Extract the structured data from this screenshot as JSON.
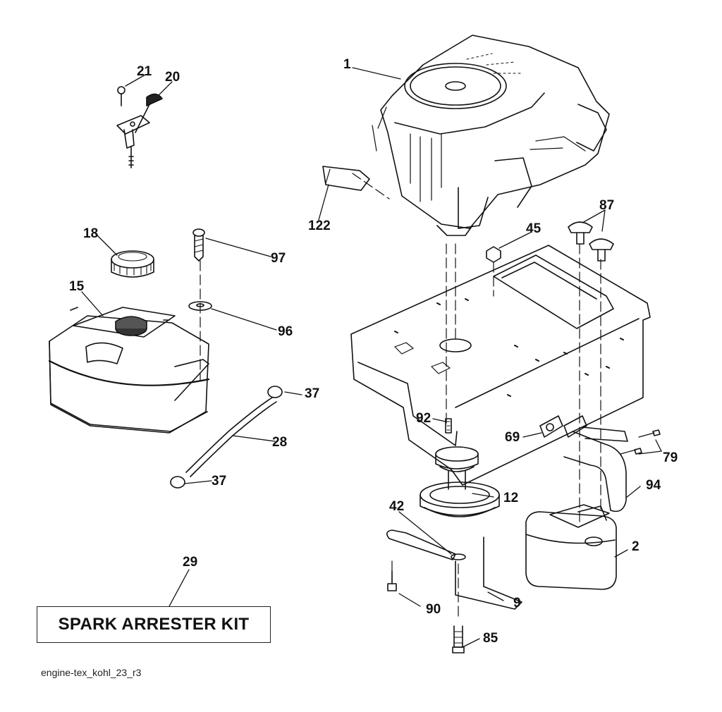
{
  "diagram_id": "engine-tex_kohl_23_r3",
  "kit_label": "SPARK ARRESTER KIT",
  "callouts": {
    "c1": "1",
    "c2": "2",
    "c9": "9",
    "c12": "12",
    "c15": "15",
    "c18": "18",
    "c20": "20",
    "c21": "21",
    "c28": "28",
    "c29": "29",
    "c37a": "37",
    "c37b": "37",
    "c42": "42",
    "c45": "45",
    "c69": "69",
    "c79": "79",
    "c85": "85",
    "c87": "87",
    "c90": "90",
    "c92": "92",
    "c94": "94",
    "c96": "96",
    "c97": "97",
    "c122": "122"
  }
}
